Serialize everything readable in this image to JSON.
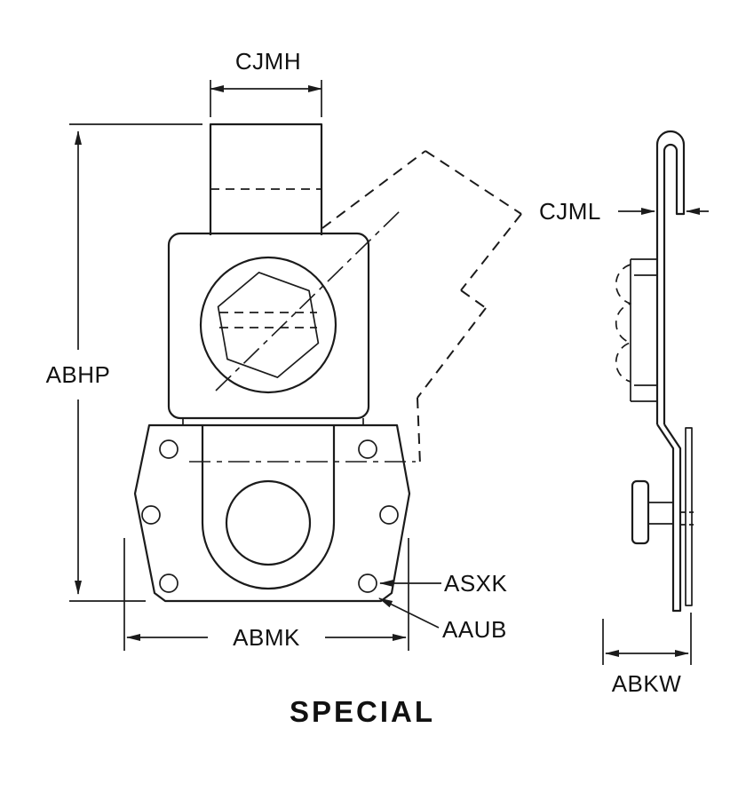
{
  "type": "technical-drawing",
  "caption": "SPECIAL",
  "labels": {
    "cjmh": "CJMH",
    "abhp": "ABHP",
    "abmk": "ABMK",
    "asxk": "ASXK",
    "aaub": "AAUB",
    "cjml": "CJML",
    "abkw": "ABKW"
  },
  "colors": {
    "line": "#1b1b1b",
    "background": "#ffffff"
  }
}
